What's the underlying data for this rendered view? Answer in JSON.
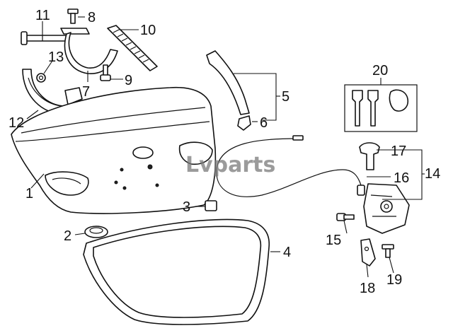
{
  "watermark": "Lvparts",
  "callouts": [
    {
      "id": "1",
      "text": "1"
    },
    {
      "id": "2",
      "text": "2"
    },
    {
      "id": "3",
      "text": "3"
    },
    {
      "id": "4",
      "text": "4"
    },
    {
      "id": "5",
      "text": "5"
    },
    {
      "id": "6",
      "text": "6"
    },
    {
      "id": "7",
      "text": "7"
    },
    {
      "id": "8",
      "text": "8"
    },
    {
      "id": "9",
      "text": "9"
    },
    {
      "id": "10",
      "text": "10"
    },
    {
      "id": "11",
      "text": "11"
    },
    {
      "id": "12",
      "text": "12"
    },
    {
      "id": "13",
      "text": "13"
    },
    {
      "id": "14",
      "text": "14"
    },
    {
      "id": "15",
      "text": "15"
    },
    {
      "id": "16",
      "text": "16"
    },
    {
      "id": "17",
      "text": "17"
    },
    {
      "id": "18",
      "text": "18"
    },
    {
      "id": "19",
      "text": "19"
    },
    {
      "id": "20",
      "text": "20"
    }
  ]
}
